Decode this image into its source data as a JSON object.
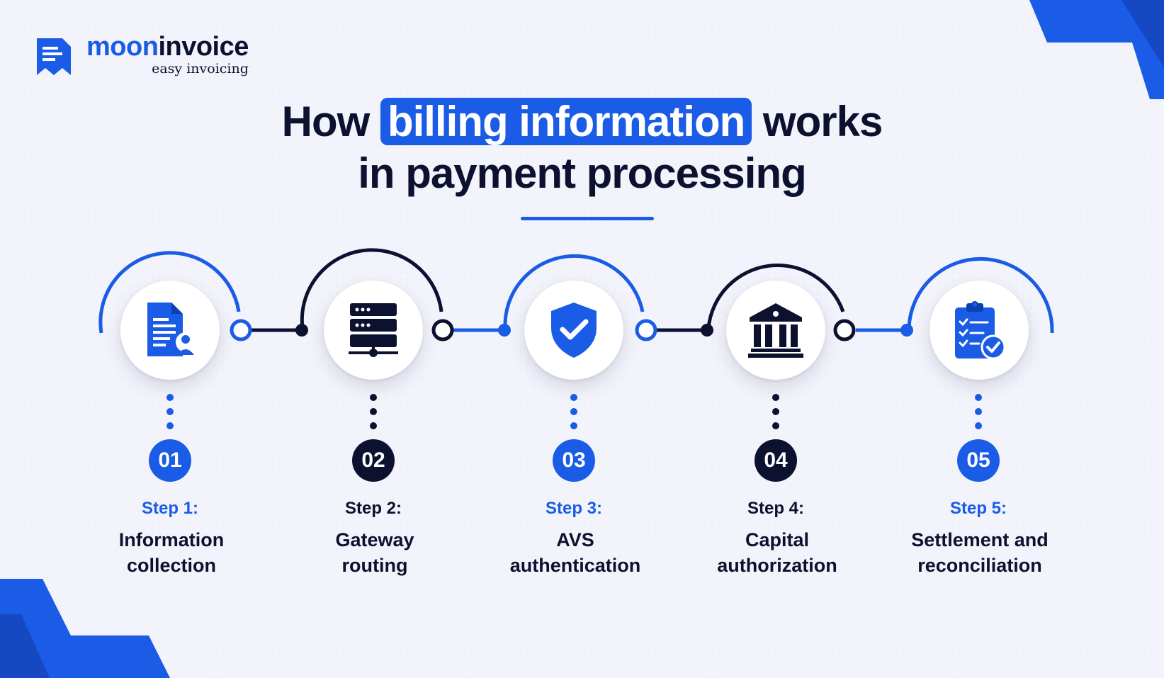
{
  "brand": {
    "name_part1": "moon",
    "name_part2": "invoice",
    "tagline": "easy invoicing"
  },
  "title": {
    "before": "How",
    "highlight": "billing information",
    "after": "works",
    "line2": "in payment processing"
  },
  "colors": {
    "accent": "#1a5ce6",
    "navy": "#0d1130",
    "background": "#f3f4fb"
  },
  "steps": [
    {
      "number": "01",
      "label": "Step 1:",
      "title_line1": "Information",
      "title_line2": "collection",
      "icon": "document-user-icon",
      "color": "blue"
    },
    {
      "number": "02",
      "label": "Step 2:",
      "title_line1": "Gateway",
      "title_line2": "routing",
      "icon": "server-network-icon",
      "color": "navy"
    },
    {
      "number": "03",
      "label": "Step 3:",
      "title_line1": "AVS",
      "title_line2": "authentication",
      "icon": "shield-check-icon",
      "color": "blue"
    },
    {
      "number": "04",
      "label": "Step 4:",
      "title_line1": "Capital",
      "title_line2": "authorization",
      "icon": "bank-icon",
      "color": "navy"
    },
    {
      "number": "05",
      "label": "Step 5:",
      "title_line1": "Settlement and",
      "title_line2": "reconciliation",
      "icon": "clipboard-check-icon",
      "color": "blue"
    }
  ]
}
